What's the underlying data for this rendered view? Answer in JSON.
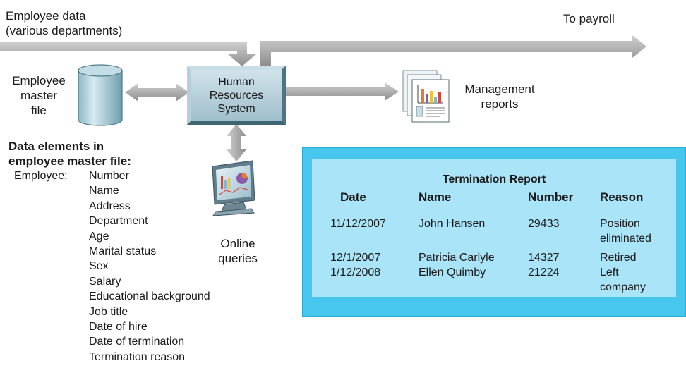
{
  "labels": {
    "employee_data": [
      "Employee data",
      "(various departments)"
    ],
    "to_payroll": "To payroll",
    "master_file": [
      "Employee",
      "master",
      "file"
    ],
    "hr_system": [
      "Human",
      "Resources",
      "System"
    ],
    "management_reports": [
      "Management",
      "reports"
    ],
    "online_queries": [
      "Online",
      "queries"
    ]
  },
  "data_elements": {
    "heading": [
      "Data elements in",
      "employee master file:"
    ],
    "prefix": "Employee:",
    "items": [
      "Number",
      "Name",
      "Address",
      "Department",
      "Age",
      "Marital status",
      "Sex",
      "Salary",
      "Educational background",
      "Job title",
      "Date of hire",
      "Date of termination",
      "Termination reason"
    ]
  },
  "termination_report": {
    "title": "Termination Report",
    "columns": [
      "Date",
      "Name",
      "Number",
      "Reason"
    ],
    "rows": [
      {
        "date": "11/12/2007",
        "name": "John Hansen",
        "number": "29433",
        "reason": [
          "Position",
          "eliminated"
        ]
      },
      {
        "date": "12/1/2007",
        "name": "Patricia Carlyle",
        "number": "14327",
        "reason": [
          "Retired"
        ]
      },
      {
        "date": "1/12/2008",
        "name": "Ellen Quimby",
        "number": "21224",
        "reason": [
          "Left",
          "company"
        ]
      }
    ]
  },
  "colors": {
    "arrow": "#a6a6a6",
    "report_outer": "#47c6ee",
    "report_inner": "#a9e4f8",
    "hr_box": "#a9c6d2"
  }
}
